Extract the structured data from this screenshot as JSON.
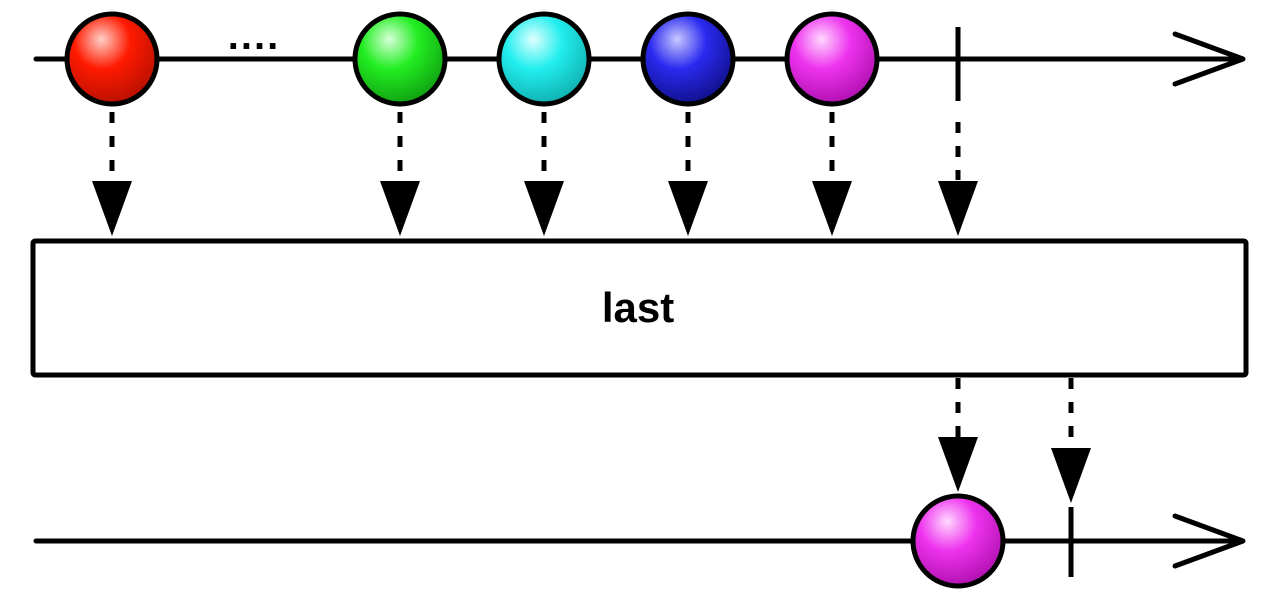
{
  "operator": {
    "label": "last"
  },
  "colors": {
    "line": "#000000",
    "box_fill": "#ffffff"
  },
  "source_stream": {
    "ellipsis": "....",
    "items": [
      {
        "name": "red-marble",
        "base": "#ff1a00",
        "light": "#ffd0c8",
        "dark": "#b81000"
      },
      {
        "name": "green-marble",
        "base": "#22ee22",
        "light": "#d8ffd8",
        "dark": "#10a010"
      },
      {
        "name": "cyan-marble",
        "base": "#22eeee",
        "light": "#e0ffff",
        "dark": "#10b0b0"
      },
      {
        "name": "blue-marble",
        "base": "#2a2af0",
        "light": "#c8c8ff",
        "dark": "#10108a"
      },
      {
        "name": "magenta-marble",
        "base": "#ee33ee",
        "light": "#ffd8ff",
        "dark": "#b010b0"
      }
    ],
    "completes": true
  },
  "result_stream": {
    "items": [
      {
        "name": "magenta-marble",
        "base": "#ee33ee",
        "light": "#ffd8ff",
        "dark": "#b010b0"
      }
    ],
    "completes": true
  }
}
